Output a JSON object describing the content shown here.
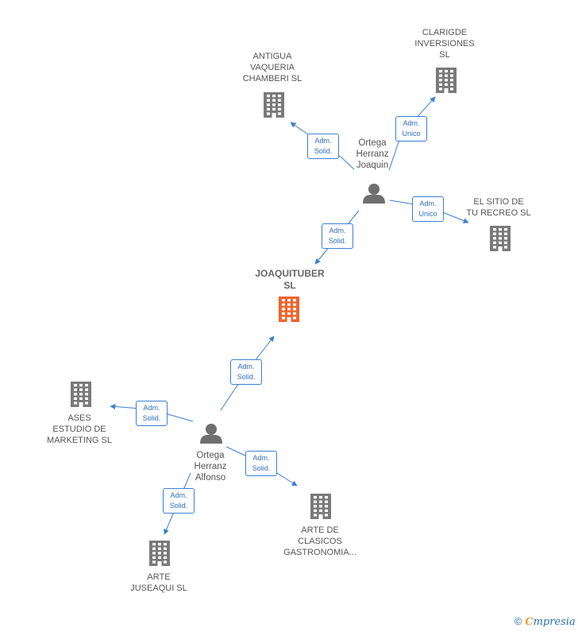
{
  "colors": {
    "company": "#7a7a7a",
    "main_company": "#f0652b",
    "person": "#6f6f6f",
    "edge": "#3a80d2",
    "badge_text": "#2e6fc0"
  },
  "nodes": {
    "joaquituber": {
      "label": "JOAQUITUBER\nSL",
      "type": "company-main"
    },
    "ortega_joaquin": {
      "label": "Ortega\nHerranz\nJoaquin",
      "type": "person"
    },
    "ortega_alfonso": {
      "label": "Ortega\nHerranz\nAlfonso",
      "type": "person"
    },
    "antigua": {
      "label": "ANTIGUA\nVAQUERIA\nCHAMBERI  SL",
      "type": "company"
    },
    "clarigde": {
      "label": "CLARIGDE\nINVERSIONES\nSL",
      "type": "company"
    },
    "sitio": {
      "label": "EL SITIO DE\nTU RECREO SL",
      "type": "company"
    },
    "ases": {
      "label": "ASES\nESTUDIO DE\nMARKETING SL",
      "type": "company"
    },
    "arte_clasicos": {
      "label": "ARTE DE\nCLASICOS\nGASTRONOMIA...",
      "type": "company"
    },
    "arte_juseaqui": {
      "label": "ARTE\nJUSEAQUI  SL",
      "type": "company"
    }
  },
  "edges": [
    {
      "from": "ortega_joaquin",
      "to": "antigua",
      "role": "Adm.\nSolid."
    },
    {
      "from": "ortega_joaquin",
      "to": "clarigde",
      "role": "Adm.\nUnico"
    },
    {
      "from": "ortega_joaquin",
      "to": "sitio",
      "role": "Adm.\nUnico"
    },
    {
      "from": "ortega_joaquin",
      "to": "joaquituber",
      "role": "Adm.\nSolid."
    },
    {
      "from": "ortega_alfonso",
      "to": "joaquituber",
      "role": "Adm.\nSolid."
    },
    {
      "from": "ortega_alfonso",
      "to": "ases",
      "role": "Adm.\nSolid."
    },
    {
      "from": "ortega_alfonso",
      "to": "arte_clasicos",
      "role": "Adm.\nSolid."
    },
    {
      "from": "ortega_alfonso",
      "to": "arte_juseaqui",
      "role": "Adm.\nSolid."
    }
  ],
  "footer": {
    "copyright": "©",
    "brand_initial": "C",
    "brand_rest": "mpresia"
  }
}
